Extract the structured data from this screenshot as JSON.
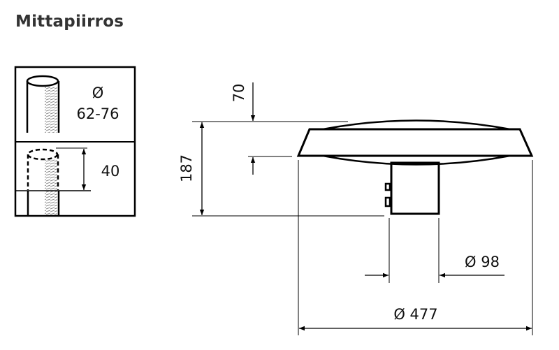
{
  "title": "Mittapiirros",
  "mounting": {
    "diameter_symbol": "Ø",
    "diameter_range": "62-76",
    "insertion_depth": "40"
  },
  "dimensions": {
    "top_height": "70",
    "total_height": "187",
    "stem_diameter": "Ø 98",
    "total_diameter": "Ø 477"
  }
}
